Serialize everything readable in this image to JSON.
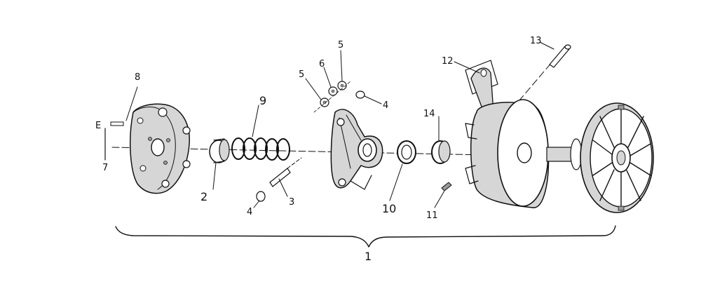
{
  "callouts": {
    "c1": "1",
    "c2": "2",
    "c3": "3",
    "c4a": "4",
    "c4b": "4",
    "c5a": "5",
    "c5b": "5",
    "c6": "6",
    "c7": "7",
    "c7top": "E",
    "c8": "8",
    "c9": "9",
    "c10": "10",
    "c11": "11",
    "c12": "12",
    "c13": "13",
    "c14": "14"
  }
}
